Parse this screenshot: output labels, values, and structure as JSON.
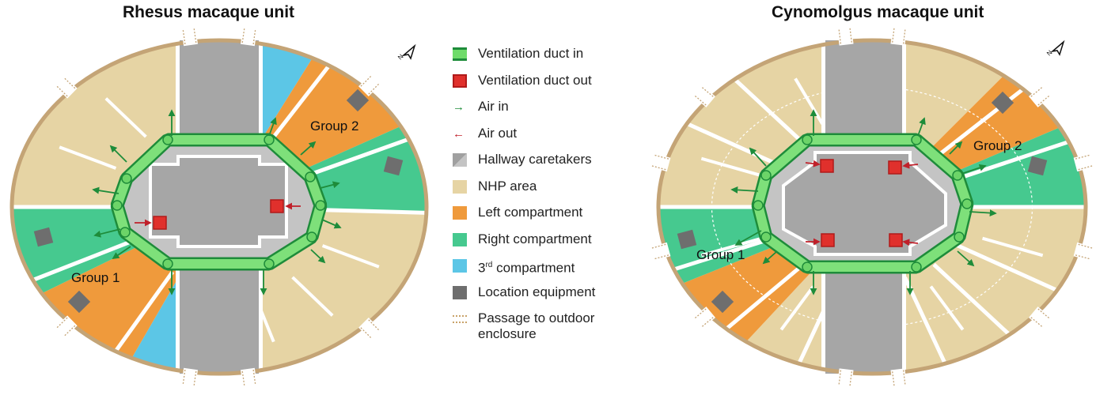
{
  "titles": {
    "left": "Rhesus macaque unit",
    "right": "Cynomolgus macaque unit"
  },
  "groups": {
    "left_g1": "Group 1",
    "left_g2": "Group 2",
    "right_g1": "Group 1",
    "right_g2": "Group 2"
  },
  "legend": [
    {
      "label": "Ventilation duct in",
      "icon": "duct-in-icon",
      "color": "#6fdc6a"
    },
    {
      "label": "Ventilation duct out",
      "icon": "duct-out-icon",
      "color": "#e0302c"
    },
    {
      "label": "Air in",
      "icon": "arrow-right-icon",
      "color": "#1e8c3a"
    },
    {
      "label": "Air out",
      "icon": "arrow-left-icon",
      "color": "#c0202a"
    },
    {
      "label": "Hallway caretakers",
      "icon": "hallway-swatch-icon",
      "color": "#a8a8a8"
    },
    {
      "label": "NHP area",
      "icon": "nhp-swatch-icon",
      "color": "#e6d4a4"
    },
    {
      "label": "Left compartment",
      "icon": "left-swatch-icon",
      "color": "#ef9a3c"
    },
    {
      "label": "Right compartment",
      "icon": "right-swatch-icon",
      "color": "#46c98f"
    },
    {
      "label": "3",
      "sup": "rd",
      "rest": " compartment",
      "icon": "third-swatch-icon",
      "color": "#5cc6e6"
    },
    {
      "label": "Location equipment",
      "icon": "equipment-swatch-icon",
      "color": "#6e6e6e"
    },
    {
      "label": "Passage to outdoor enclosure",
      "icon": "passage-icon",
      "color": "#c9a36a"
    }
  ]
}
